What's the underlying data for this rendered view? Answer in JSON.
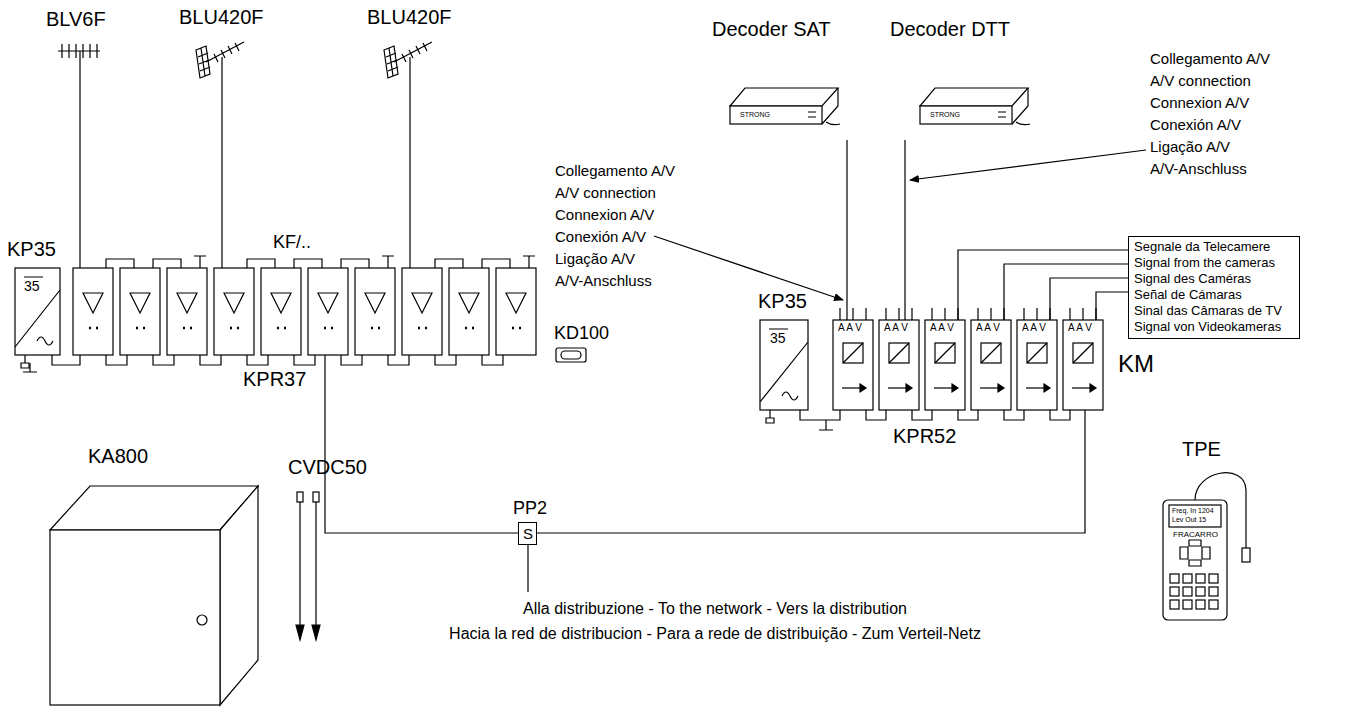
{
  "diagram": {
    "nodes": [
      {
        "text": [
          "BLV6F"
        ]
      },
      {
        "text": [
          "BLU420F"
        ]
      },
      {
        "text": [
          "BLU420F"
        ]
      },
      {
        "text": [
          "KP35"
        ]
      },
      {
        "text": [
          "KF/..",
          "KPR37"
        ]
      },
      {
        "text": [
          "KD100"
        ]
      },
      {
        "text": [
          "PP2",
          "S"
        ]
      },
      {
        "text": [
          "Decoder SAT"
        ]
      },
      {
        "text": [
          "Decoder DTT"
        ]
      },
      {
        "text": [
          "Segnale da Telecamere",
          "Signal from the cameras",
          "Signal des Caméras",
          "Señal de Cámaras",
          "Sinal das Câmaras de TV",
          "Signal von Videokameras"
        ]
      },
      {
        "text": [
          "KP35"
        ]
      },
      {
        "text": [
          "KM",
          "KPR52"
        ]
      },
      {
        "text": [
          "TPE"
        ]
      },
      {
        "text": [
          "KA800"
        ]
      },
      {
        "text": [
          "CVDC50"
        ]
      }
    ],
    "edges": [
      {
        "from": 0,
        "to": 4,
        "arrow": "none"
      },
      {
        "from": 1,
        "to": 4,
        "arrow": "none"
      },
      {
        "from": 2,
        "to": 4,
        "arrow": "none"
      },
      {
        "from": 4,
        "to": 6,
        "arrow": "none"
      },
      {
        "from": 11,
        "to": 6,
        "arrow": "none"
      },
      {
        "from": 7,
        "to": 11,
        "arrow": "none"
      },
      {
        "from": 8,
        "to": 11,
        "arrow": "none"
      },
      {
        "from": 9,
        "to": 11,
        "arrow": "none"
      }
    ],
    "labels": [
      "Collegamento A/V",
      "A/V connection",
      "Connexion A/V",
      "Conexión A/V",
      "Ligação A/V",
      "A/V-Anschluss",
      "Collegamento A/V",
      "A/V connection",
      "Connexion A/V",
      "Conexión A/V",
      "Ligação A/V",
      "A/V-Anschluss",
      "Alla distribuzione - To the network - Vers la distribution",
      "Hacia la red de distribucion - Para a rede de distribuição - Zum Verteil-Netz",
      "A A V",
      "A A V",
      "A A V",
      "A A V",
      "A A V",
      "A A V",
      "35",
      "35",
      "STRONG",
      "STRONG",
      "Freq. In 1204",
      "Lev Out 15",
      "FRACARRO"
    ]
  }
}
